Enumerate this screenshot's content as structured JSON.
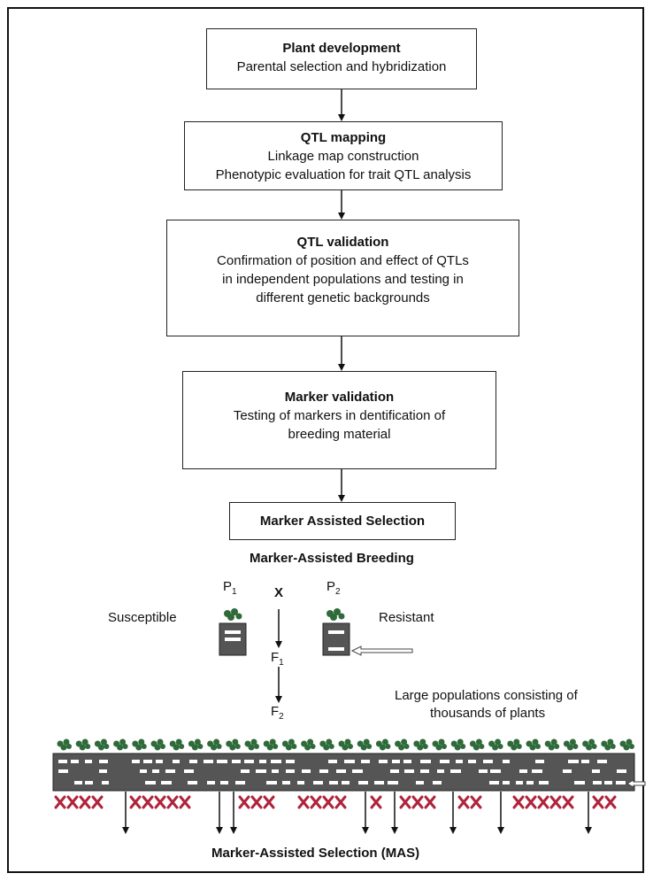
{
  "boxes": [
    {
      "title": "Plant development",
      "lines": [
        "Parental selection and hybridization"
      ]
    },
    {
      "title": "QTL mapping",
      "lines": [
        "Linkage map construction",
        "Phenotypic evaluation for trait QTL analysis"
      ]
    },
    {
      "title": "QTL validation",
      "lines": [
        "Confirmation of position and effect of QTLs",
        "in independent populations and testing in",
        "different genetic backgrounds"
      ]
    },
    {
      "title": "Marker validation",
      "lines": [
        "Testing of markers in dentification of",
        "breeding material"
      ]
    },
    {
      "title": "Marker Assisted Selection",
      "lines": []
    }
  ],
  "breeding": {
    "heading": "Marker-Assisted Breeding",
    "p1": "P",
    "p1_sub": "1",
    "p2": "P",
    "p2_sub": "2",
    "cross": "X",
    "f1": "F",
    "f1_sub": "1",
    "f2": "F",
    "f2_sub": "2",
    "susceptible": "Susceptible",
    "resistant": "Resistant",
    "population_note_1": "Large populations consisting of",
    "population_note_2": "thousands of plants",
    "mas_label": "Marker-Assisted Selection (MAS)"
  },
  "colors": {
    "plant": "#2f6b3a",
    "chromosome": "#555555",
    "reject": "#b0233a"
  }
}
